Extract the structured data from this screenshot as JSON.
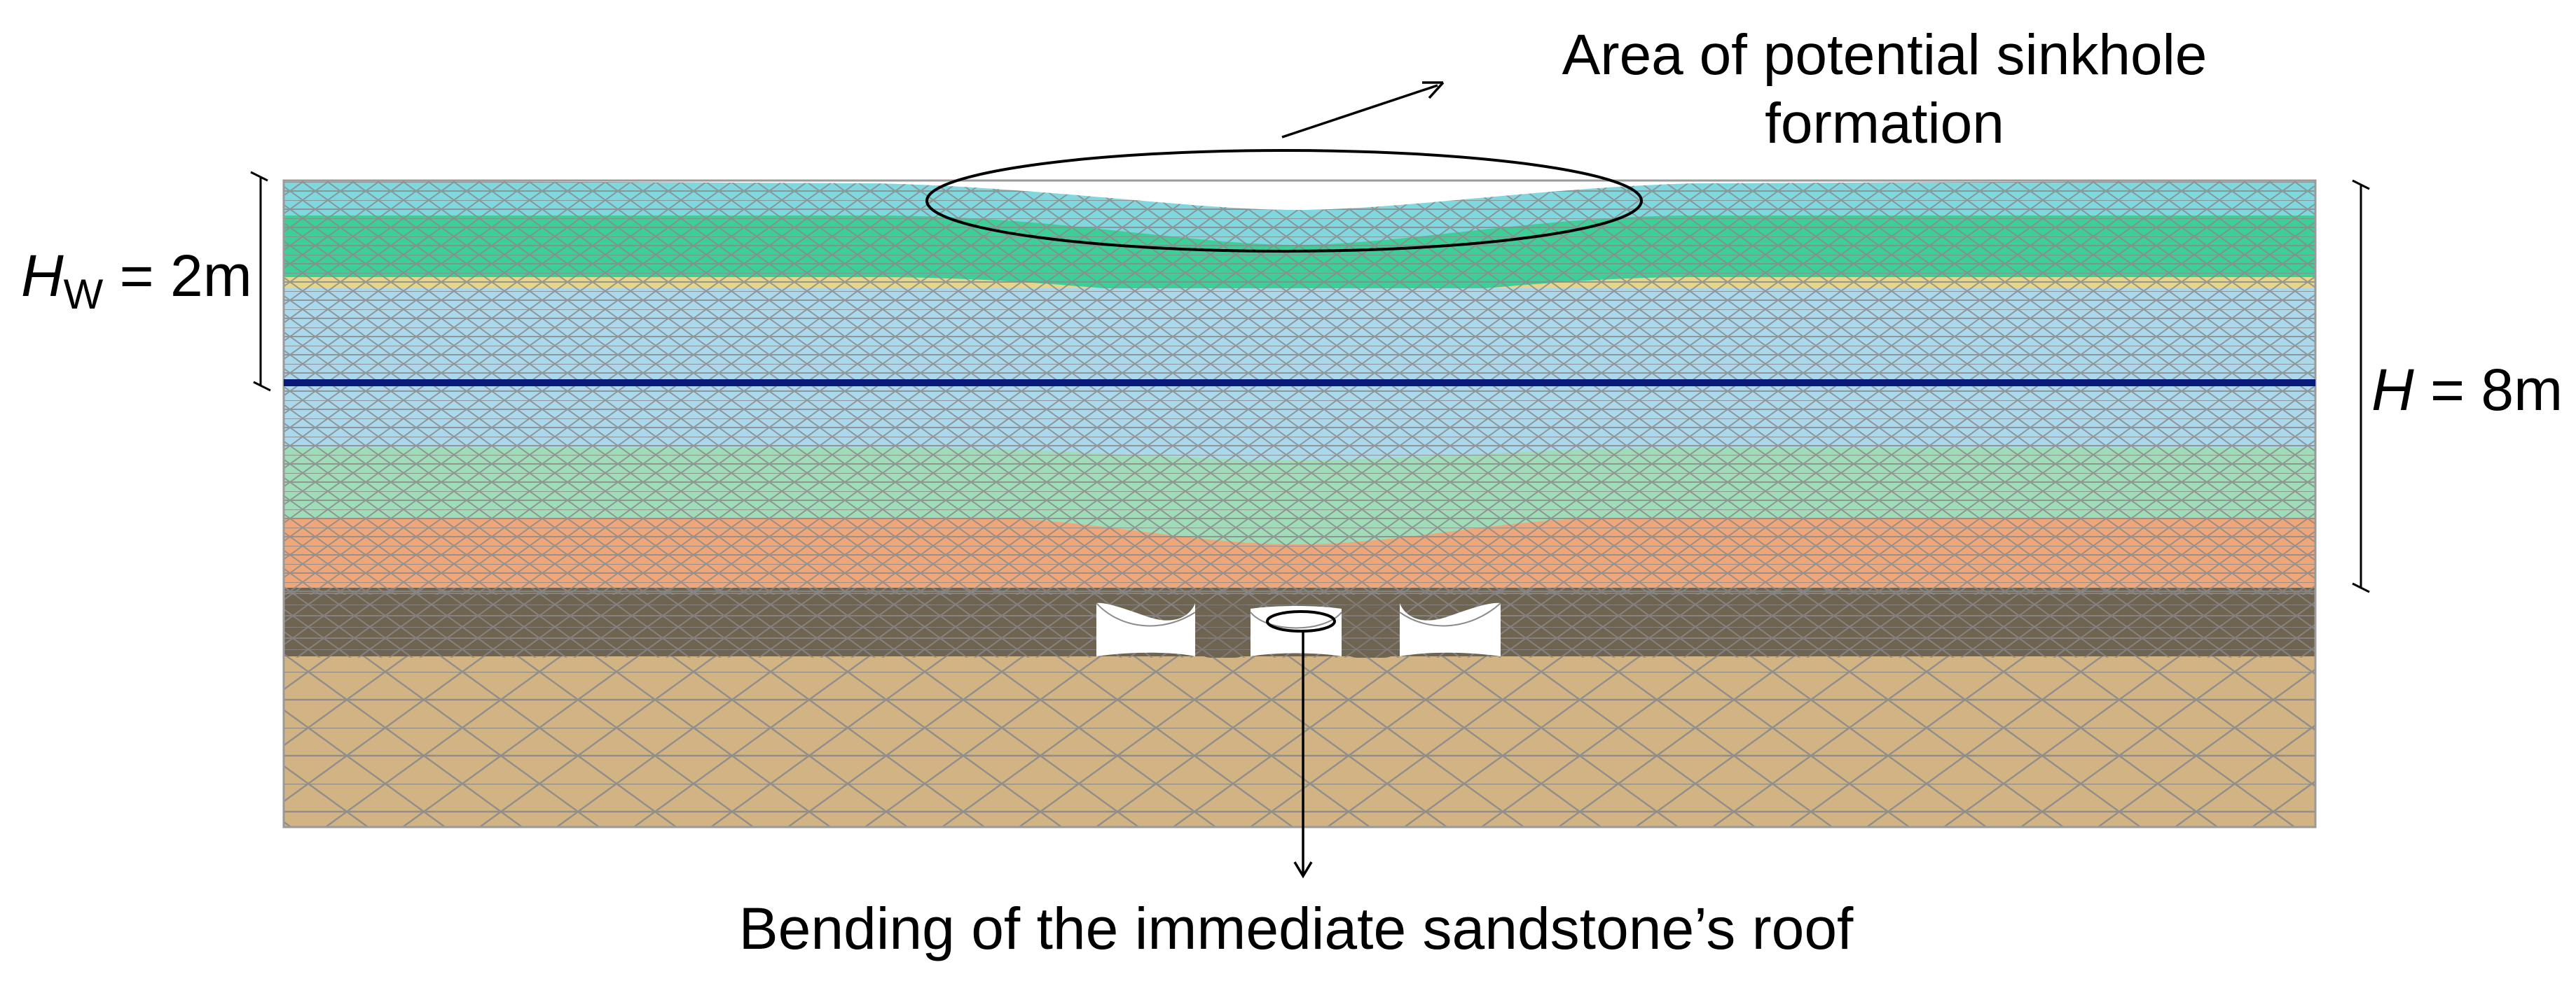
{
  "annotations": {
    "sinkhole_area": "Area of potential sinkhole formation",
    "roof_bending": "Bending of the immediate sandstone’s roof",
    "water_height": {
      "symbol": "H",
      "subscript": "W",
      "rest": " = 2m"
    },
    "total_height": {
      "symbol": "H",
      "rest": " = 8m"
    }
  },
  "layers": [
    {
      "name": "top-layer",
      "color": "#7fd8e0"
    },
    {
      "name": "green-layer",
      "color": "#3ccf98"
    },
    {
      "name": "thin-yellow-layer",
      "color": "#e6d68c"
    },
    {
      "name": "light-blue-layer",
      "color": "#aad8ec"
    },
    {
      "name": "pale-green-layer",
      "color": "#9fdcb8"
    },
    {
      "name": "orange-layer",
      "color": "#efa77a"
    },
    {
      "name": "dark-seam-layer",
      "color": "#6f6452"
    },
    {
      "name": "sandstone-layer",
      "color": "#d2b484"
    }
  ],
  "colors": {
    "water_table": "#0a1a7a",
    "mesh": "#8a8a8a",
    "outline": "#000000"
  }
}
